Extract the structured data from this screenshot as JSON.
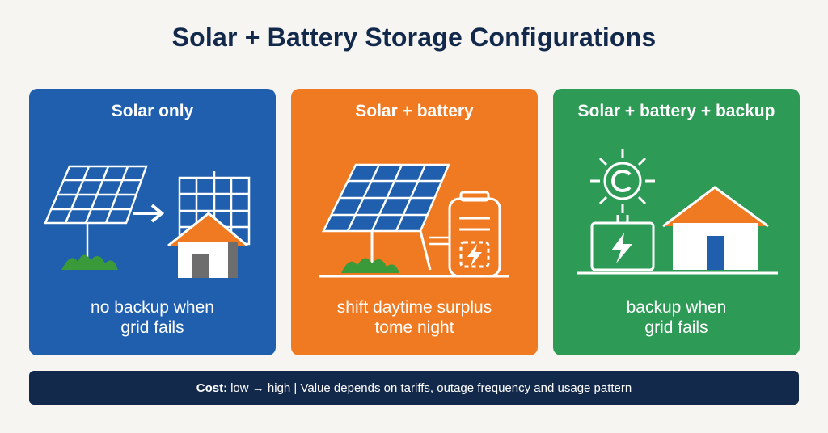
{
  "title": "Solar + Battery Storage Configurations",
  "cards": [
    {
      "title": "Solar only",
      "description": "no backup when\ngrid fails",
      "color": "#1f5fae"
    },
    {
      "title": "Solar + battery",
      "description": "shift daytime surplus\ntome night",
      "color": "#f07a22"
    },
    {
      "title": "Solar + battery + backup",
      "description": "backup when\ngrid fails",
      "color": "#2d9a56"
    }
  ],
  "footer": {
    "label": "Cost:",
    "text": "low → high | Value depends on tariffs, outage frequency and usage pattern"
  },
  "icons": [
    "solar-panel-icon",
    "arrow-right-icon",
    "house-icon",
    "battery-icon",
    "lightning-icon",
    "sun-icon",
    "grass-icon"
  ]
}
